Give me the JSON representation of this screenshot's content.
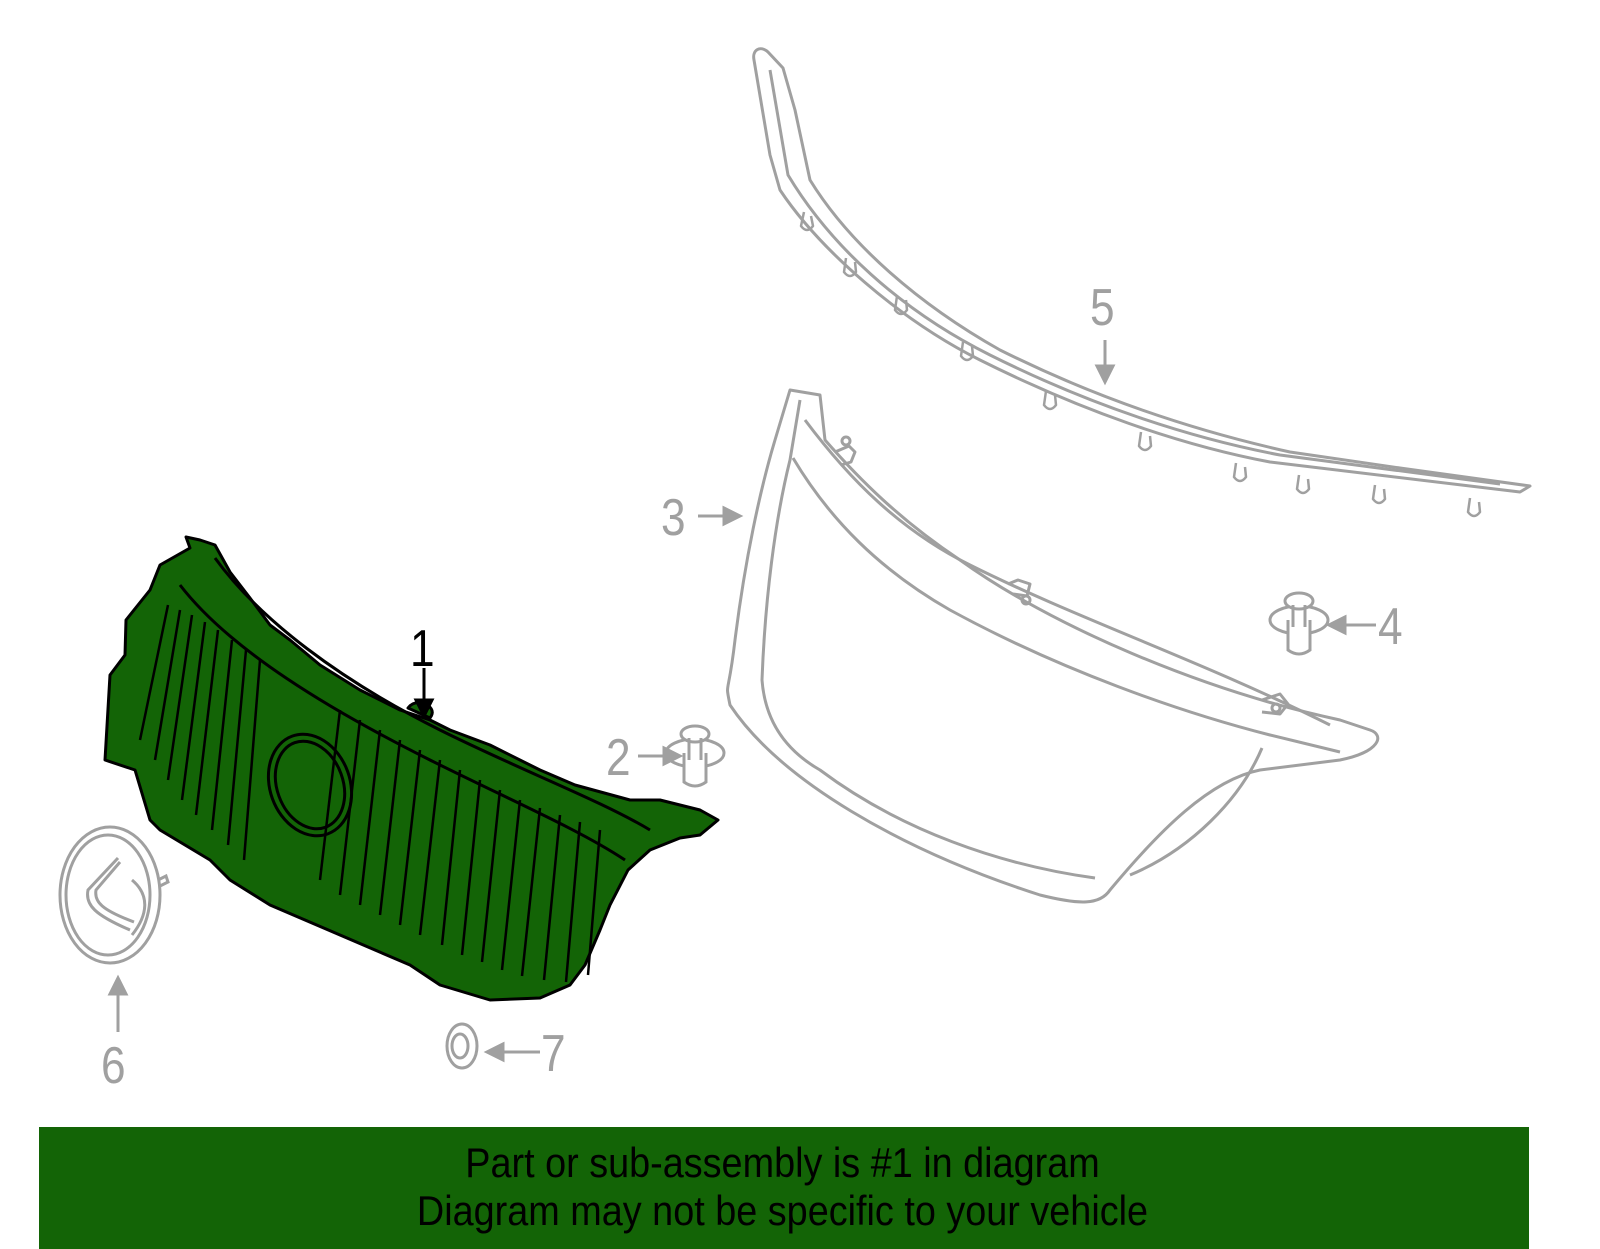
{
  "diagram": {
    "title": "Grille assembly exploded diagram",
    "colors": {
      "highlight_fill": "#136406",
      "highlight_stroke": "#000000",
      "part_stroke": "#a0a0a0",
      "banner_bg": "#136406",
      "banner_text": "#000000"
    },
    "highlighted_part": "1",
    "callouts": [
      {
        "number": "1",
        "part": "grille",
        "highlighted": true
      },
      {
        "number": "2",
        "part": "clip"
      },
      {
        "number": "3",
        "part": "grille-frame-molding"
      },
      {
        "number": "4",
        "part": "clip"
      },
      {
        "number": "5",
        "part": "upper-molding-strip"
      },
      {
        "number": "6",
        "part": "emblem"
      },
      {
        "number": "7",
        "part": "nut-grommet"
      }
    ]
  },
  "banner": {
    "line1": "Part or sub-assembly is #1 in diagram",
    "line2": "Diagram may not be specific to your vehicle"
  }
}
